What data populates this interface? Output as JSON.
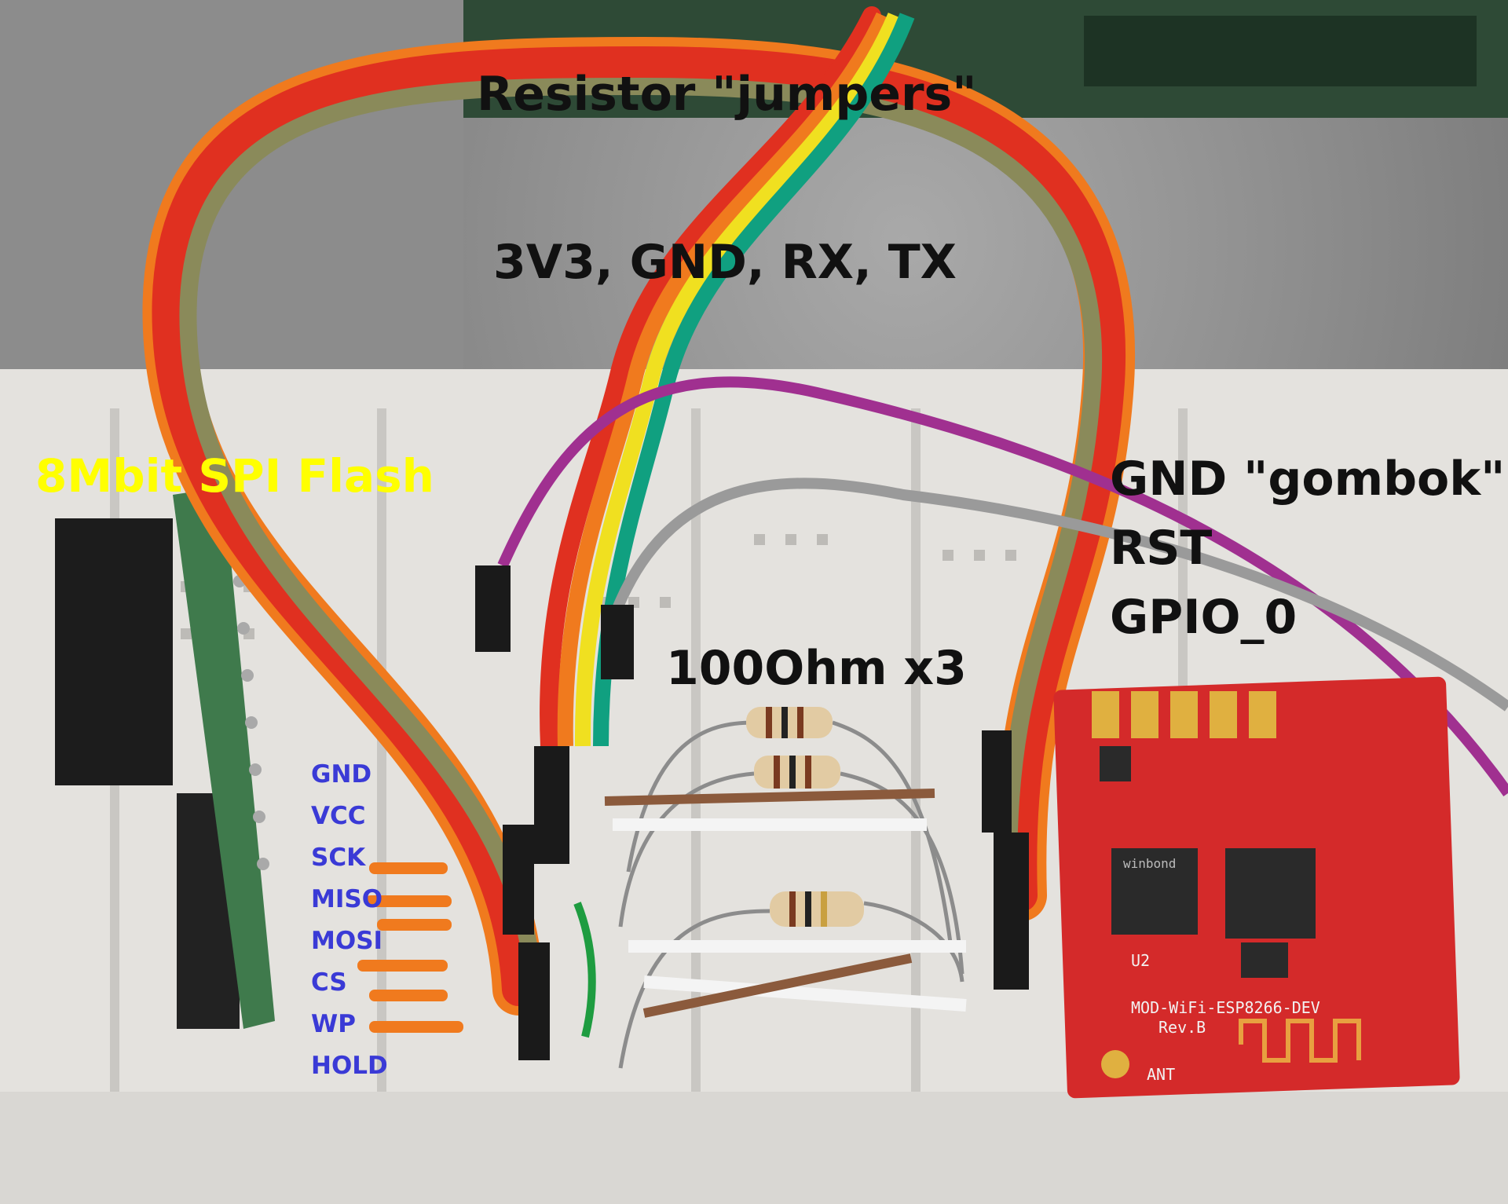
{
  "labels": {
    "resistor_jumpers": "Resistor \"jumpers\"",
    "uart": "3V3, GND, RX, TX",
    "flash": "8Mbit SPI Flash",
    "gnd_gombok": "GND \"gombok\"",
    "rst": "RST",
    "gpio0": "GPIO_0",
    "resistors": "100Ohm x3"
  },
  "flash_pins": [
    "GND",
    "VCC",
    "SCK",
    "MISO",
    "MOSI",
    "CS",
    "WP",
    "HOLD"
  ],
  "board_text": {
    "model": "MOD-WiFi-ESP8266-DEV",
    "rev": "Rev.B",
    "ant": "ANT",
    "u2": "U2",
    "chip": "winbond"
  },
  "colors": {
    "label_black": "#111111",
    "label_yellow": "#ffff00",
    "pin_blue": "#3a3ad6",
    "board_red": "#d42a2a",
    "wire_orange": "#f07a1e",
    "wire_red": "#e03020",
    "wire_olive": "#8a8a5a",
    "wire_yellow": "#f0e020",
    "wire_green": "#10a080",
    "wire_purple": "#a03090",
    "wire_gray": "#9a9a9a"
  }
}
